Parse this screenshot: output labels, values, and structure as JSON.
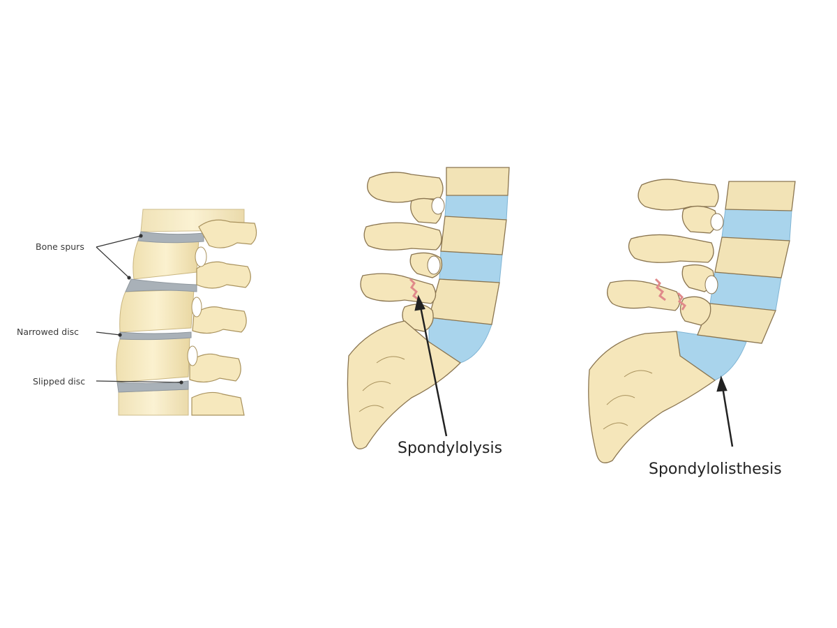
{
  "panels": [
    {
      "id": "degenerative",
      "labels": [
        "Bone spurs",
        "Narrowed disc",
        "Slipped disc"
      ]
    },
    {
      "id": "spondylolysis",
      "label": "Spondylolysis"
    },
    {
      "id": "spondylolisthesis",
      "label": "Spondylolisthesis"
    }
  ],
  "colors": {
    "bone": "#f3e6be",
    "bone_shadow": "#e4cf98",
    "bone_outline": "#7e6a45",
    "disc_blue": "#a9d4ec",
    "disc_grey": "#a9b1b8",
    "fracture": "#e08a8a",
    "pointer": "#222222"
  }
}
